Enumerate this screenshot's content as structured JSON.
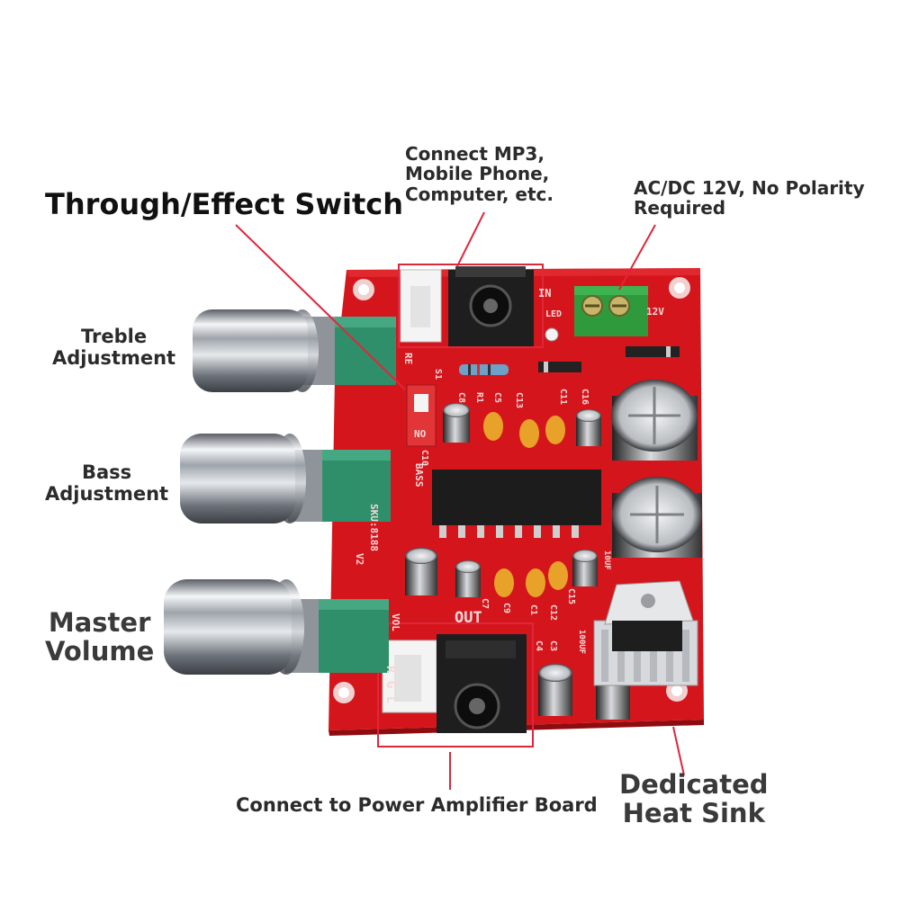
{
  "labels": {
    "through_effect_switch": "Through/Effect Switch",
    "input_line1": "Connect MP3,",
    "input_line2": "Mobile Phone,",
    "input_line3": "Computer, etc.",
    "power_line1": "AC/DC 12V, No Polarity",
    "power_line2": "Required",
    "treble_line1": "Treble",
    "treble_line2": "Adjustment",
    "bass_line1": "Bass",
    "bass_line2": "Adjustment",
    "master_line1": "Master",
    "master_line2": "Volume",
    "output": "Connect to Power Amplifier Board",
    "heatsink_line1": "Dedicated",
    "heatsink_line2": "Heat Sink"
  },
  "board_silkscreen": {
    "in": "IN",
    "led": "LED",
    "v12": "12V",
    "no": "NO",
    "bass": "BASS",
    "sku": "SKU:8188",
    "v2": "V2",
    "out": "OUT",
    "vol": "VOL",
    "rgl": "R G L",
    "c8": "C8",
    "r1": "R1",
    "c5": "C5",
    "c13": "C13",
    "c11": "C11",
    "c16": "C16",
    "c10": "C10",
    "c15": "C15",
    "c7": "C7",
    "c9": "C9",
    "c1": "C1",
    "c12": "C12",
    "c4": "C4",
    "c3": "C3",
    "cap_10uf": "10UF",
    "cap_100uf": "100UF",
    "s1": "S1",
    "re": "RE"
  },
  "colors": {
    "pcb": "#d4161c",
    "pcb_dark": "#a50f14",
    "pot_green": "#2f8f6a",
    "terminal_green": "#2f9a3c",
    "knob_chrome": "#c9cdd2",
    "arrow": "#e0263a",
    "ic": "#1c1c1c",
    "ceramic_cap": "#e8a22a"
  },
  "icons": {
    "board": "pcb-image",
    "knob": "chrome-knob",
    "jack": "audio-jack-3-5mm",
    "heatsink": "aluminium-heat-sink"
  }
}
